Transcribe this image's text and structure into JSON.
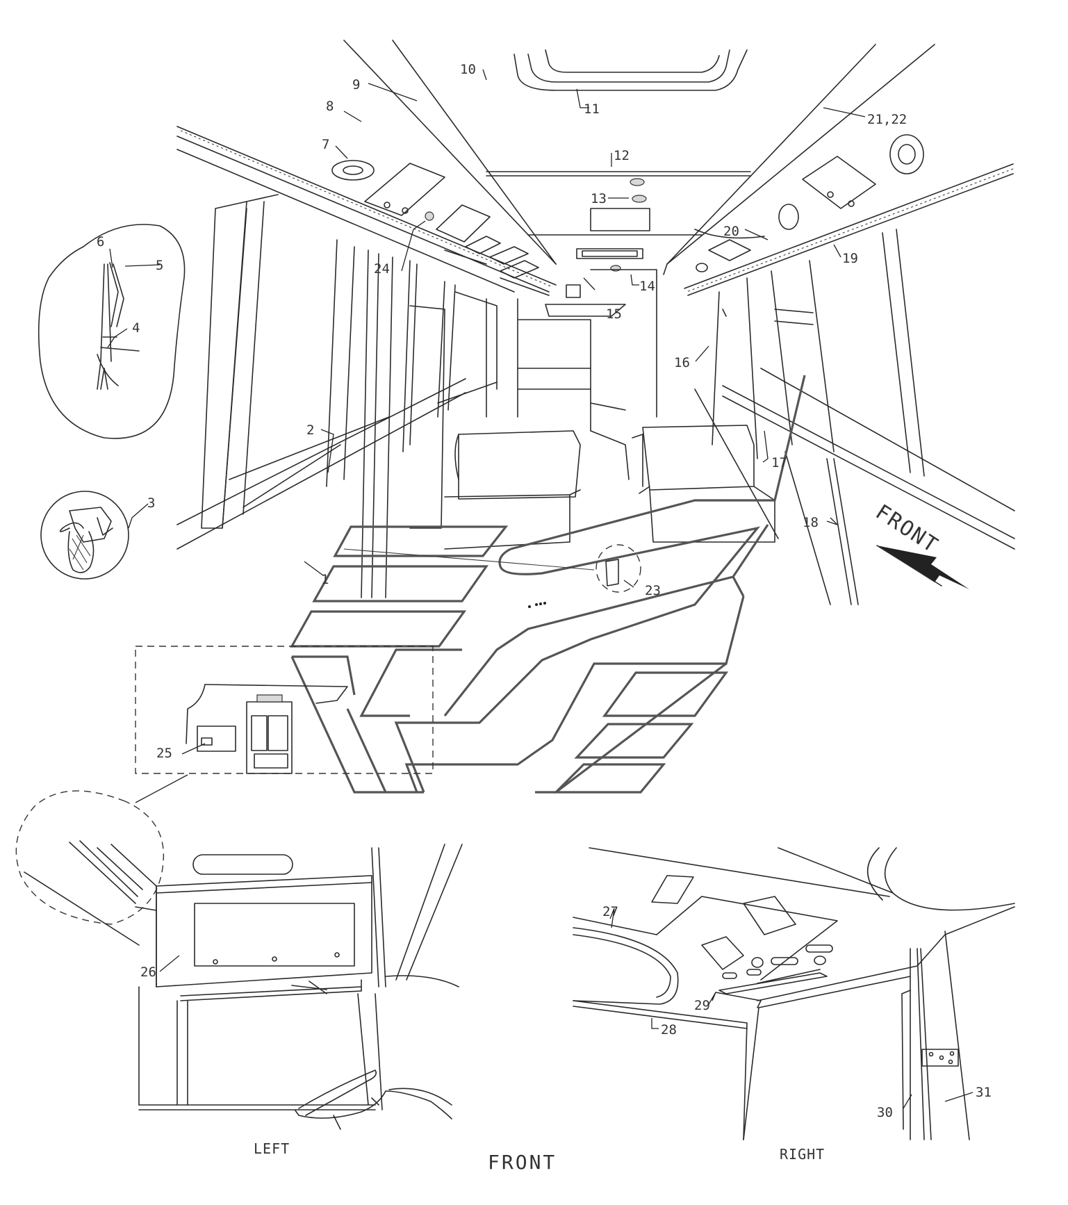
{
  "callouts": {
    "c1": "1",
    "c2": "2",
    "c3": "3",
    "c4": "4",
    "c5": "5",
    "c6": "6",
    "c7": "7",
    "c8": "8",
    "c9": "9",
    "c10": "10",
    "c11": "11",
    "c12": "12",
    "c13": "13",
    "c14": "14",
    "c15": "15",
    "c16": "16",
    "c17": "17",
    "c18": "18",
    "c19": "19",
    "c20": "20",
    "c21_22": "21,22",
    "c23": "23",
    "c24": "24",
    "c25": "25",
    "c26": "26",
    "c27": "27",
    "c28": "28",
    "c29": "29",
    "c30": "30",
    "c31": "31"
  },
  "direction_arrow_label": "FRONT",
  "views": {
    "left": "LEFT",
    "front": "FRONT",
    "right": "RIGHT"
  }
}
